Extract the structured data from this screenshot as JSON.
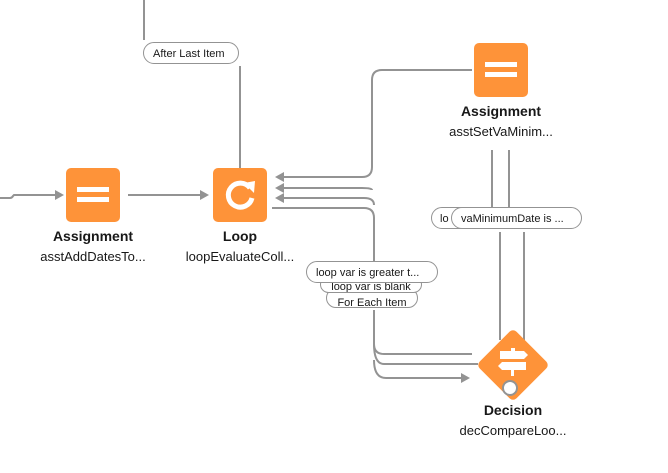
{
  "canvas": {
    "colors": {
      "node": "#fe9339",
      "connector": "#939393",
      "text": "#181818",
      "pill_border": "#939393"
    }
  },
  "nodes": [
    {
      "id": "asst-add-dates",
      "type": "Assignment",
      "icon": "equals-icon",
      "title": "Assignment",
      "label": "asstAddDatesTo..."
    },
    {
      "id": "loop-evaluate",
      "type": "Loop",
      "icon": "loop-refresh-icon",
      "title": "Loop",
      "label": "loopEvaluateColl..."
    },
    {
      "id": "asst-set-va-min",
      "type": "Assignment",
      "icon": "equals-icon",
      "title": "Assignment",
      "label": "asstSetVaMinim..."
    },
    {
      "id": "dec-compare",
      "type": "Decision",
      "icon": "signpost-icon",
      "title": "Decision",
      "label": "decCompareLoo..."
    }
  ],
  "connector_labels": {
    "after_last_item": "After Last Item",
    "loop_var_greater": "loop var is greater t...",
    "loop_var_blank": "loop var is blank",
    "for_each_item": "For Each Item",
    "lo_truncated": "lo",
    "va_minimum_date": "vaMinimumDate is ..."
  }
}
